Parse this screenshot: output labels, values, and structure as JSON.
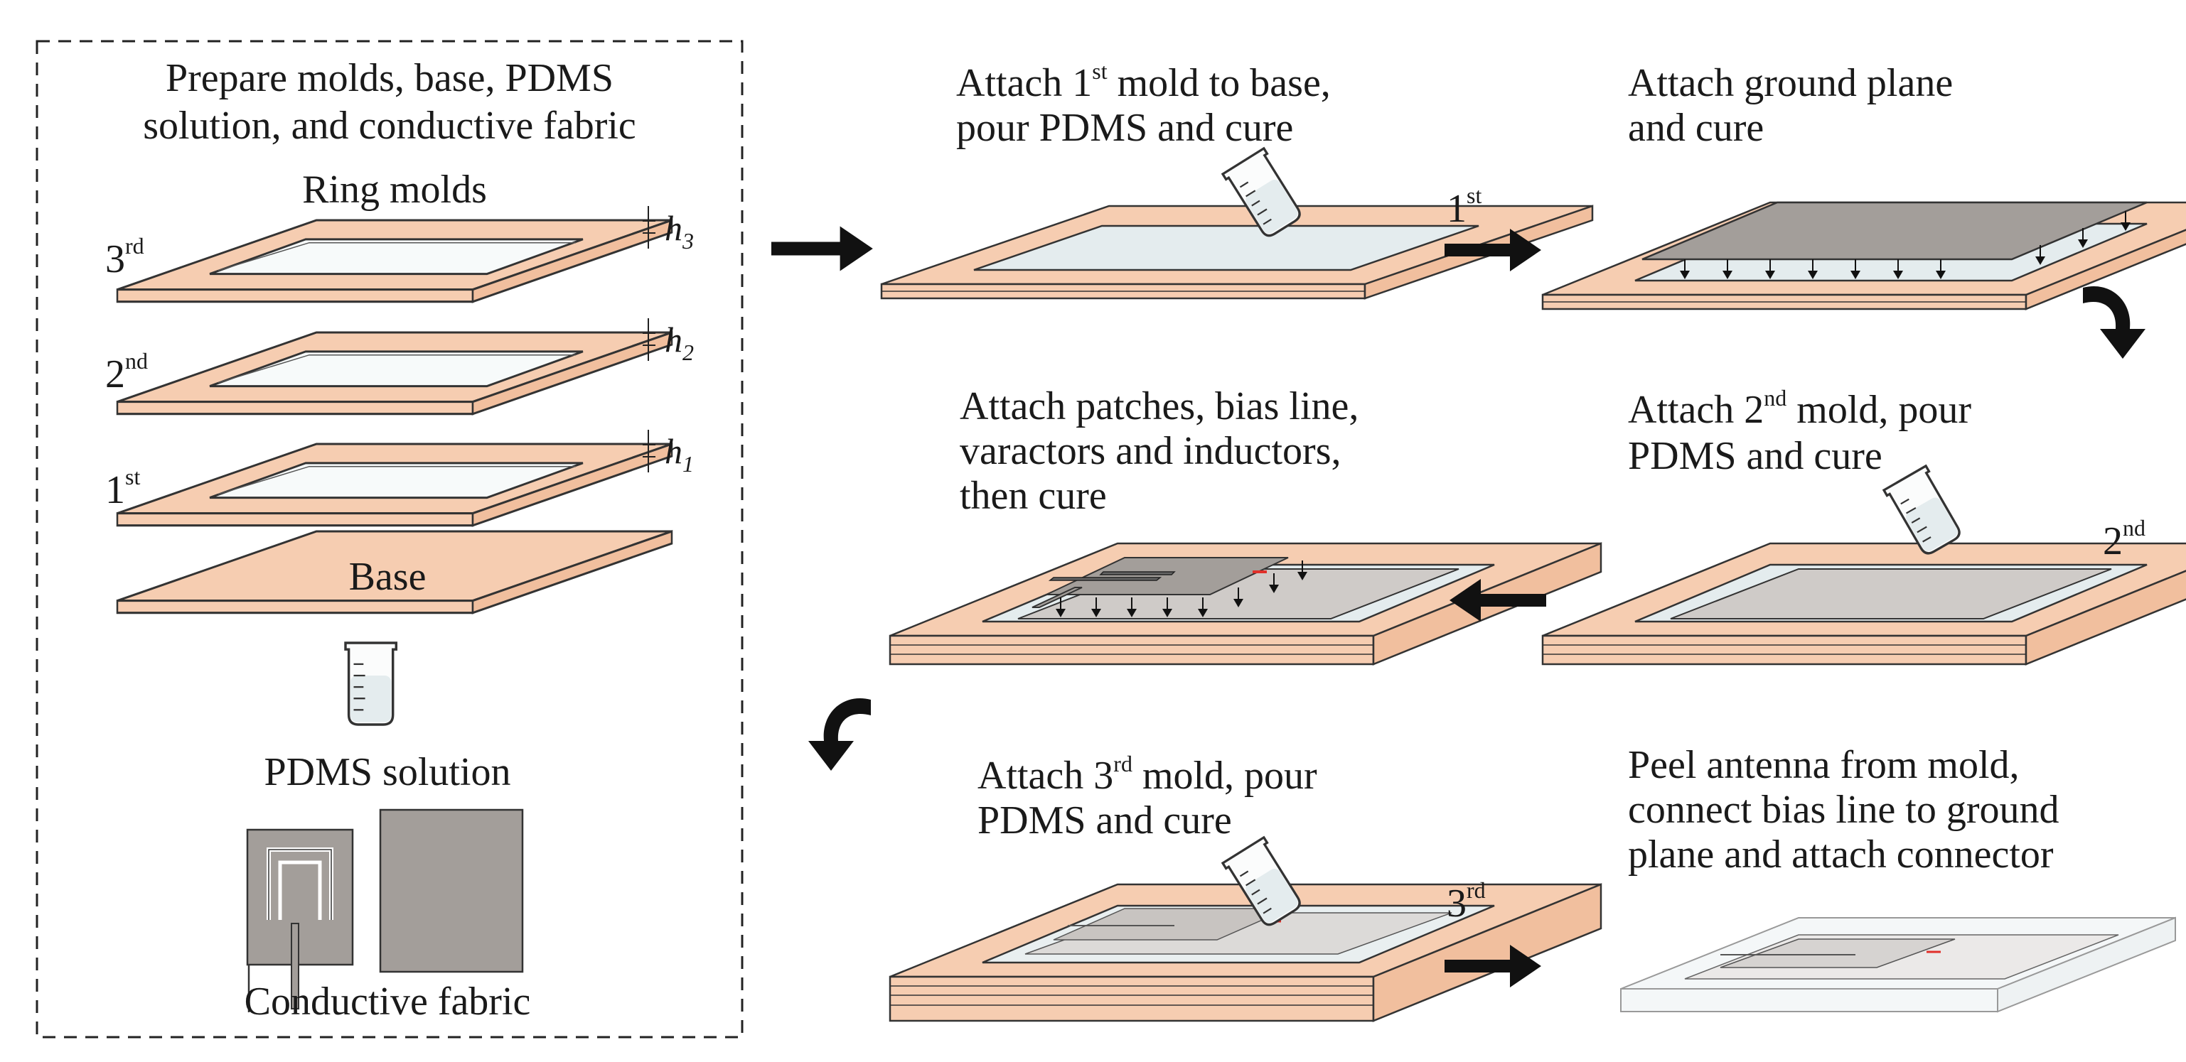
{
  "prep": {
    "title_line1": "Prepare molds, base, PDMS",
    "title_line2": "solution, and conductive fabric",
    "ring_molds_label": "Ring molds",
    "mold3_label": "3",
    "mold3_sup": "rd",
    "mold2_label": "2",
    "mold2_sup": "nd",
    "mold1_label": "1",
    "mold1_sup": "st",
    "base_label": "Base",
    "h3": "h",
    "h3_sub": "3",
    "h2": "h",
    "h2_sub": "2",
    "h1": "h",
    "h1_sub": "1",
    "pdms_label": "PDMS solution",
    "fabric_label": "Conductive fabric"
  },
  "steps": {
    "s1_line1_a": "Attach 1",
    "s1_line1_sup": "st",
    "s1_line1_b": " mold to base,",
    "s1_line2": "pour PDMS and cure",
    "s2_line1": "Attach ground plane",
    "s2_line2": "and cure",
    "s3_line1_a": "Attach 2",
    "s3_line1_sup": "nd",
    "s3_line1_b": " mold, pour",
    "s3_line2": "PDMS and cure",
    "s4_line1": "Attach patches, bias line,",
    "s4_line2": "varactors and inductors,",
    "s4_line3": "then cure",
    "s5_line1_a": "Attach 3",
    "s5_line1_sup": "rd",
    "s5_line1_b": " mold, pour",
    "s5_line2": "PDMS and cure",
    "s6_line1": "Peel antenna from mold,",
    "s6_line2": "connect bias line to ground",
    "s6_line3": "plane and attach connector"
  },
  "layers": {
    "l1": "1",
    "l1_sup": "st",
    "l2": "2",
    "l2_sup": "nd",
    "l3": "3",
    "l3_sup": "rd"
  },
  "colors": {
    "mold": "#f6cdb1",
    "edge": "#333333",
    "cavity": "#f7fafa",
    "fabric": "#a39e9a",
    "pdms_fill": "#e4ecee",
    "arrow": "#111111"
  },
  "icons": [
    "beaker-icon",
    "arrow-right-icon",
    "arrow-left-icon",
    "curved-arrow-icon"
  ]
}
